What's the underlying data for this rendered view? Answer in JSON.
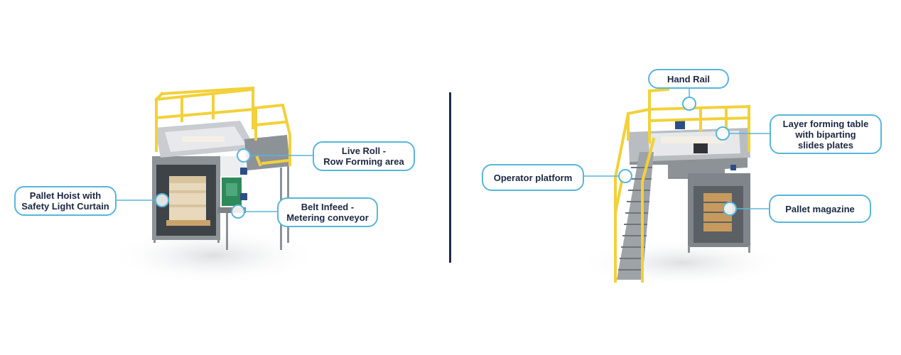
{
  "left_machine": {
    "callouts": {
      "pallet_hoist": "Pallet Hoist with\nSafety Light Curtain",
      "live_roll": "Live Roll -\nRow Forming area",
      "belt_infeed": "Belt Infeed -\nMetering conveyor"
    }
  },
  "right_machine": {
    "callouts": {
      "hand_rail": "Hand Rail",
      "layer_forming": "Layer forming table\nwith biparting\nslides plates",
      "operator_platform": "Operator platform",
      "pallet_magazine": "Pallet magazine"
    }
  },
  "colors": {
    "accent": "#58b6dc",
    "text": "#1c2742",
    "divider": "#1e2a4a",
    "frame": "#9ea3a8",
    "rail": "#f2d13a"
  }
}
